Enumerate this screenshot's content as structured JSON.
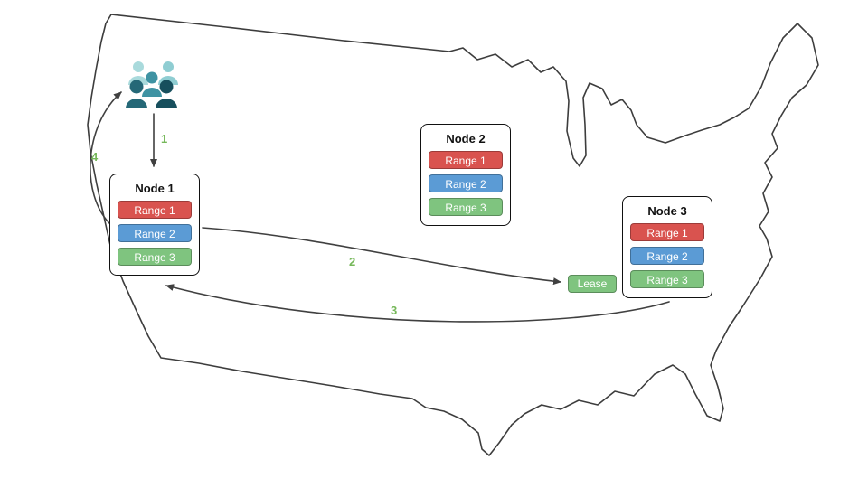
{
  "nodes": [
    {
      "title": "Node 1",
      "ranges": [
        "Range 1",
        "Range 2",
        "Range 3"
      ]
    },
    {
      "title": "Node 2",
      "ranges": [
        "Range 1",
        "Range 2",
        "Range 3"
      ]
    },
    {
      "title": "Node 3",
      "ranges": [
        "Range 1",
        "Range 2",
        "Range 3"
      ]
    }
  ],
  "lease": {
    "label": "Lease"
  },
  "steps": [
    {
      "label": "1"
    },
    {
      "label": "2"
    },
    {
      "label": "3"
    },
    {
      "label": "4"
    }
  ],
  "icons": {
    "users": "users-group-icon"
  },
  "colors": {
    "range1": "#d9534f",
    "range2": "#5b9bd5",
    "range3": "#7fc47f",
    "lease": "#7fc47f",
    "step": "#76b85a",
    "arrow": "#404040",
    "map_outline": "#3d3d3d"
  }
}
